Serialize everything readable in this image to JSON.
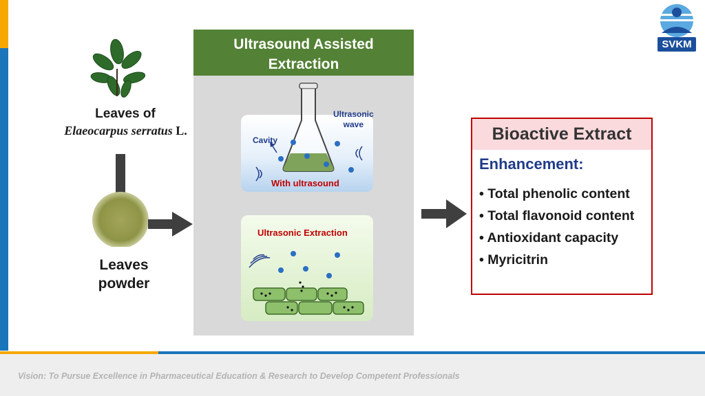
{
  "left": {
    "leaves_label_line1": "Leaves of",
    "leaves_label_line2_italic": "Elaeocarpus serratus",
    "leaves_label_line2_suffix": " L.",
    "powder_label_line1": "Leaves",
    "powder_label_line2": "powder"
  },
  "center": {
    "title_line1": "Ultrasound Assisted",
    "title_line2": "Extraction",
    "cavity_label": "Cavity",
    "ultrasonic_wave_line1": "Ultrasonic",
    "ultrasonic_wave_line2": "wave",
    "with_ultrasound_label": "With ultrasound",
    "extraction_label": "Ultrasonic Extraction"
  },
  "right": {
    "title": "Bioactive Extract",
    "subtitle": "Enhancement:",
    "items": [
      "• Total phenolic content",
      "• Total flavonoid content",
      "• Antioxidant capacity",
      "• Myricitrin"
    ]
  },
  "logo": {
    "text": "SVKM"
  },
  "footer": {
    "vision": "Vision: To Pursue Excellence in Pharmaceutical Education & Research to Develop Competent Professionals"
  },
  "colors": {
    "accent_orange": "#f6a800",
    "accent_blue": "#1b75bb",
    "center_header_green": "#538135",
    "box_border_red": "#c00000",
    "enhancement_blue": "#1f3b8a"
  }
}
